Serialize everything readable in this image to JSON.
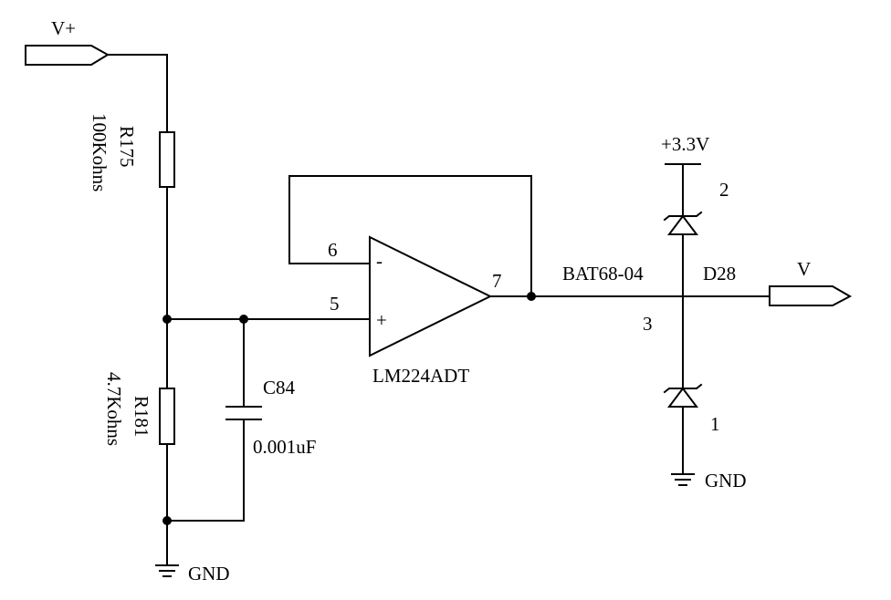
{
  "ports": {
    "vplus": "V+",
    "vout": "V"
  },
  "r175": {
    "ref": "R175",
    "value": "100Kohns"
  },
  "r181": {
    "ref": "R181",
    "value": "4.7Kohns"
  },
  "c84": {
    "ref": "C84",
    "value": "0.001uF"
  },
  "opamp": {
    "part": "LM224ADT",
    "pin_inv": "6",
    "pin_noninv": "5",
    "pin_out": "7",
    "sign_inv": "-",
    "sign_noninv": "+"
  },
  "diode": {
    "part": "BAT68-04",
    "ref": "D28",
    "pin_top": "2",
    "pin_mid": "3",
    "pin_bot": "1"
  },
  "supply": "+3.3V",
  "ground_left": "GND",
  "ground_right": "GND"
}
